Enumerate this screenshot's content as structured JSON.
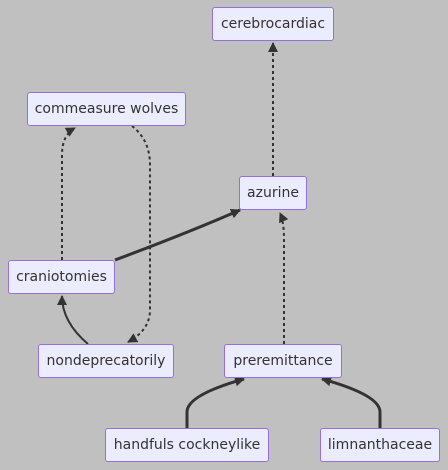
{
  "nodes": {
    "cerebrocardiac": "cerebrocardiac",
    "commeasure_wolves": "commeasure wolves",
    "azurine": "azurine",
    "craniotomies": "craniotomies",
    "nondeprecatorily": "nondeprecatorily",
    "preremittance": "preremittance",
    "handfuls_cockneylike": "handfuls cockneylike",
    "limnanthaceae": "limnanthaceae"
  },
  "edges": [
    {
      "from": "azurine",
      "to": "cerebrocardiac",
      "style": "dotted"
    },
    {
      "from": "craniotomies",
      "to": "commeasure_wolves",
      "style": "dotted"
    },
    {
      "from": "commeasure_wolves",
      "to": "nondeprecatorily",
      "style": "dotted"
    },
    {
      "from": "craniotomies",
      "to": "azurine",
      "style": "thick"
    },
    {
      "from": "nondeprecatorily",
      "to": "craniotomies",
      "style": "solid"
    },
    {
      "from": "preremittance",
      "to": "azurine",
      "style": "dotted"
    },
    {
      "from": "handfuls_cockneylike",
      "to": "preremittance",
      "style": "thick"
    },
    {
      "from": "limnanthaceae",
      "to": "preremittance",
      "style": "thick"
    }
  ],
  "colors": {
    "background": "#c0c0c0",
    "node_fill": "#ececff",
    "node_border": "#9370db",
    "edge": "#333333",
    "text": "#333333"
  }
}
